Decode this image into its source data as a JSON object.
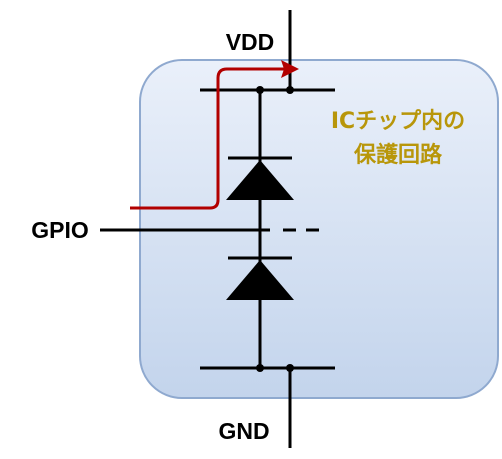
{
  "labels": {
    "vdd": "VDD",
    "gnd": "GND",
    "gpio": "GPIO",
    "chip_line1": "ICチップ内の",
    "chip_line2": "保護回路"
  },
  "colors": {
    "chip_fill_top": "#eaf0fa",
    "chip_fill_bottom": "#c3d4ec",
    "chip_border": "#8fa9cf",
    "wire": "#000000",
    "current_path": "#b20000",
    "chip_label": "#b8960a"
  }
}
